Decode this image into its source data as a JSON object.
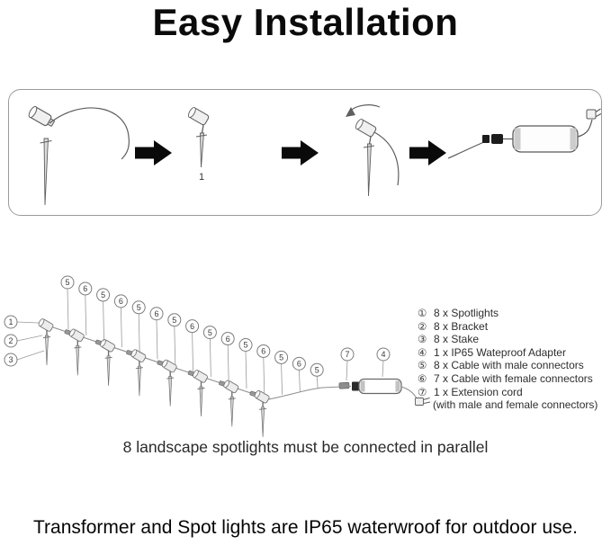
{
  "title": "Easy Installation",
  "steps": {
    "step2_label": "1"
  },
  "diagram": {
    "caption": "8 landscape spotlights must be connected in parallel",
    "num_lights": 8,
    "left_callouts": [
      "1",
      "2",
      "3"
    ],
    "top_callouts": [
      "5",
      "6",
      "5",
      "6",
      "5",
      "6",
      "5",
      "6",
      "5",
      "6",
      "5",
      "6",
      "5",
      "6",
      "5"
    ],
    "extension_callout": "7",
    "adapter_callout": "4"
  },
  "legend": {
    "items": [
      {
        "num": "①",
        "label": "8 x Spotlights"
      },
      {
        "num": "②",
        "label": "8 x Bracket"
      },
      {
        "num": "③",
        "label": "8 x Stake"
      },
      {
        "num": "④",
        "label": "1 x IP65 Wateproof Adapter"
      },
      {
        "num": "⑤",
        "label": "8 x Cable with male connectors"
      },
      {
        "num": "⑥",
        "label": "7 x Cable with female connectors"
      },
      {
        "num": "⑦",
        "label": "1 x Extension cord"
      },
      {
        "num": "",
        "label": "(with male and female connectors)"
      }
    ]
  },
  "footer": "Transformer and Spot lights are IP65 waterwroof for outdoor use."
}
